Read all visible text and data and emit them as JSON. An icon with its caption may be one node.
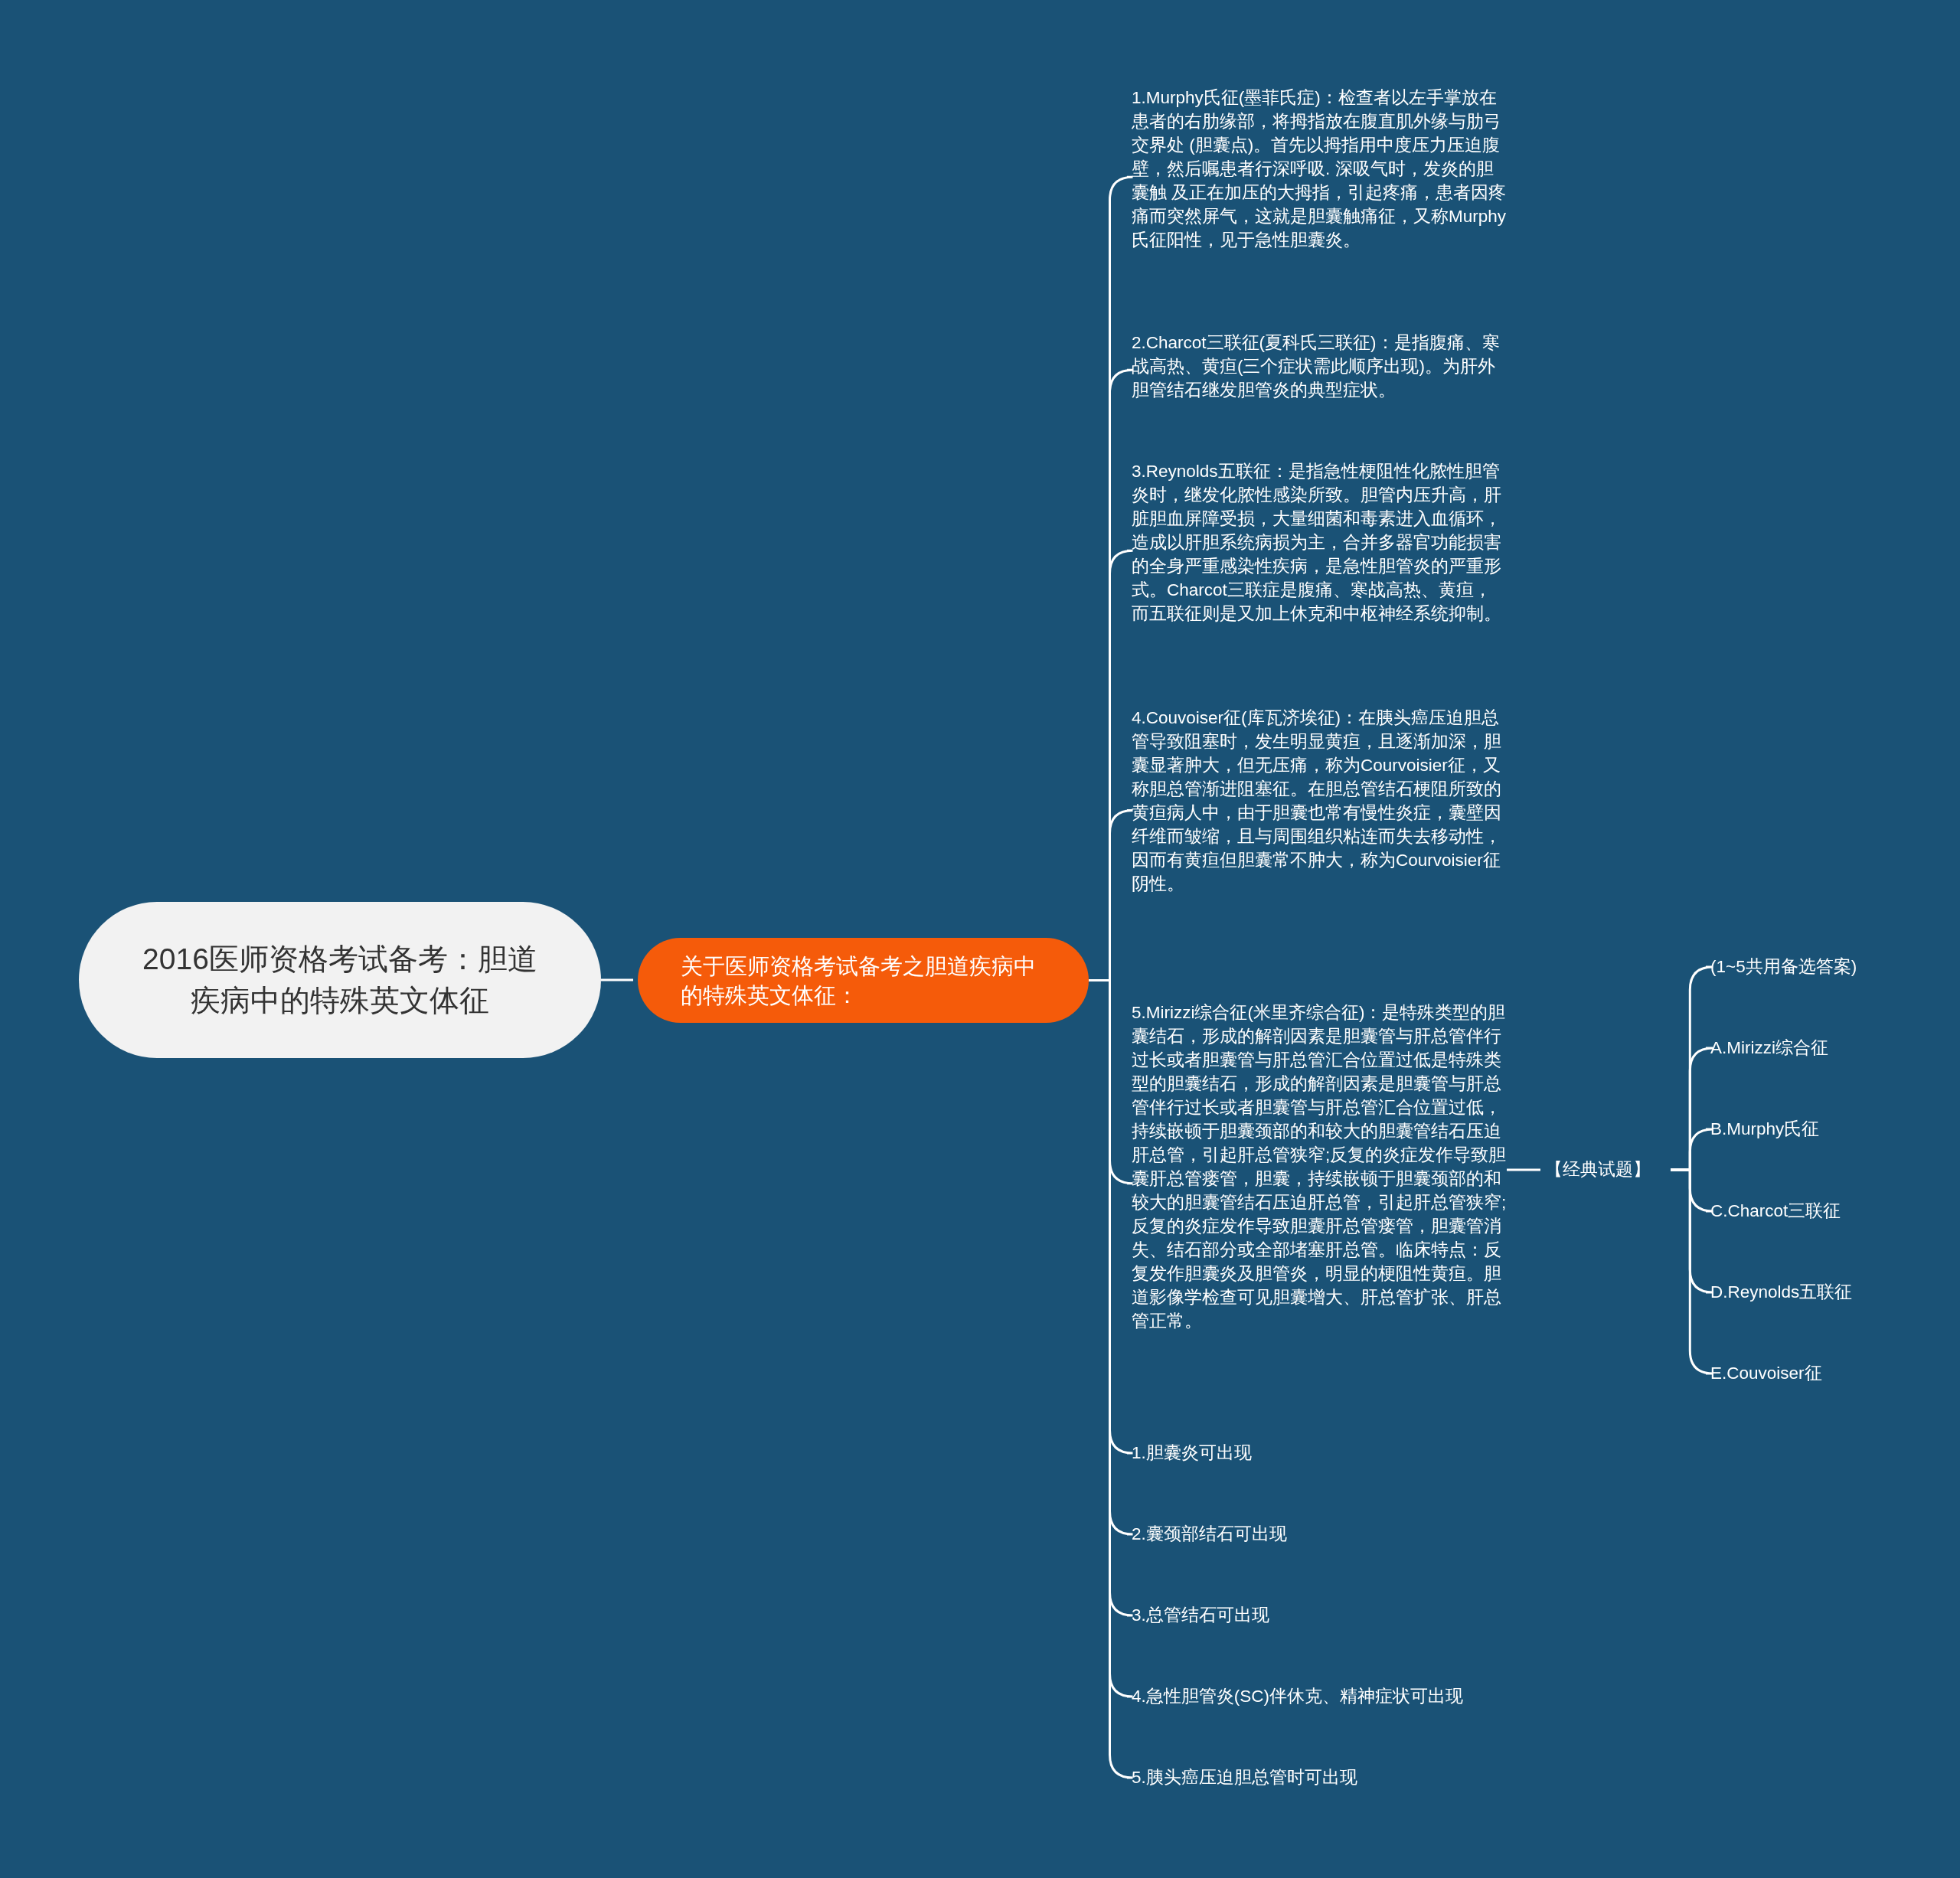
{
  "diagram": {
    "nodes": [
      {
        "text": [
          "2016医师资格考试备考：胆道疾病中的特殊英文体征"
        ]
      },
      {
        "text": [
          "关于医师资格考试备考之胆道疾病中的特殊英文体征："
        ]
      },
      {
        "text": [
          "1.Murphy氏征(墨菲氏症)：检查者以左手掌放在患者的右肋缘部，将拇指放在腹直肌外缘与肋弓交界处 (胆囊点)。首先以拇指用中度压力压迫腹壁，然后嘱患者行深呼吸. 深吸气时，发炎的胆囊触 及正在加压的大拇指，引起疼痛，患者因疼痛而突然屏气，这就是胆囊触痛征，又称Murphy氏征阳性，见于急性胆囊炎。"
        ]
      },
      {
        "text": [
          "2.Charcot三联征(夏科氏三联征)：是指腹痛、寒战高热、黄疸(三个症状需此顺序出现)。为肝外胆管结石继发胆管炎的典型症状。"
        ]
      },
      {
        "text": [
          "3.Reynolds五联征：是指急性梗阻性化脓性胆管炎时，继发化脓性感染所致。胆管内压升高，肝脏胆血屏障受损，大量细菌和毒素进入血循环，造成以肝胆系统病损为主，合并多器官功能损害的全身严重感染性疾病，是急性胆管炎的严重形式。Charcot三联症是腹痛、寒战高热、黄疸，而五联征则是又加上休克和中枢神经系统抑制。"
        ]
      },
      {
        "text": [
          "4.Couvoiser征(库瓦济埃征)：在胰头癌压迫胆总管导致阻塞时，发生明显黄疸，且逐渐加深，胆囊显著肿大，但无压痛，称为Courvoisier征，又称胆总管渐进阻塞征。在胆总管结石梗阻所致的黄疸病人中，由于胆囊也常有慢性炎症，囊壁因纤维而皱缩，且与周围组织粘连而失去移动性，因而有黄疸但胆囊常不肿大，称为Courvoisier征阴性。"
        ]
      },
      {
        "text": [
          "5.Mirizzi综合征(米里齐综合征)：是特殊类型的胆囊结石，形成的解剖因素是胆囊管与肝总管伴行过长或者胆囊管与肝总管汇合位置过低是特殊类型的胆囊结石，形成的解剖因素是胆囊管与肝总管伴行过长或者胆囊管与肝总管汇合位置过低，持续嵌顿于胆囊颈部的和较大的胆囊管结石压迫肝总管，引起肝总管狭窄;反复的炎症发作导致胆囊肝总管瘘管，胆囊，持续嵌顿于胆囊颈部的和较大的胆囊管结石压迫肝总管，引起肝总管狭窄;反复的炎症发作导致胆囊肝总管瘘管，胆囊管消失、结石部分或全部堵塞肝总管。临床特点：反复发作胆囊炎及胆管炎，明显的梗阻性黄疸。胆道影像学检查可见胆囊增大、肝总管扩张、肝总管正常。"
        ]
      },
      {
        "text": [
          "【经典试题】"
        ]
      },
      {
        "text": [
          "(1~5共用备选答案)"
        ]
      },
      {
        "text": [
          "A.Mirizzi综合征"
        ]
      },
      {
        "text": [
          "B.Murphy氏征"
        ]
      },
      {
        "text": [
          "C.Charcot三联征"
        ]
      },
      {
        "text": [
          "D.Reynolds五联征"
        ]
      },
      {
        "text": [
          "E.Couvoiser征"
        ]
      },
      {
        "text": [
          "1.胆囊炎可出现"
        ]
      },
      {
        "text": [
          "2.囊颈部结石可出现"
        ]
      },
      {
        "text": [
          "3.总管结石可出现"
        ]
      },
      {
        "text": [
          "4.急性胆管炎(SC)伴休克、精神症状可出现"
        ]
      },
      {
        "text": [
          "5.胰头癌压迫胆总管时可出现"
        ]
      }
    ],
    "edges": [
      {
        "from": 0,
        "to": 1,
        "arrow": "none"
      },
      {
        "from": 1,
        "to": 2,
        "arrow": "none"
      },
      {
        "from": 1,
        "to": 3,
        "arrow": "none"
      },
      {
        "from": 1,
        "to": 4,
        "arrow": "none"
      },
      {
        "from": 1,
        "to": 5,
        "arrow": "none"
      },
      {
        "from": 1,
        "to": 6,
        "arrow": "none"
      },
      {
        "from": 6,
        "to": 7,
        "arrow": "none"
      },
      {
        "from": 7,
        "to": 8,
        "arrow": "none"
      },
      {
        "from": 7,
        "to": 9,
        "arrow": "none"
      },
      {
        "from": 7,
        "to": 10,
        "arrow": "none"
      },
      {
        "from": 7,
        "to": 11,
        "arrow": "none"
      },
      {
        "from": 7,
        "to": 12,
        "arrow": "none"
      },
      {
        "from": 7,
        "to": 13,
        "arrow": "none"
      },
      {
        "from": 1,
        "to": 14,
        "arrow": "none"
      },
      {
        "from": 1,
        "to": 15,
        "arrow": "none"
      },
      {
        "from": 1,
        "to": 16,
        "arrow": "none"
      },
      {
        "from": 1,
        "to": 17,
        "arrow": "none"
      },
      {
        "from": 1,
        "to": 18,
        "arrow": "none"
      }
    ]
  }
}
